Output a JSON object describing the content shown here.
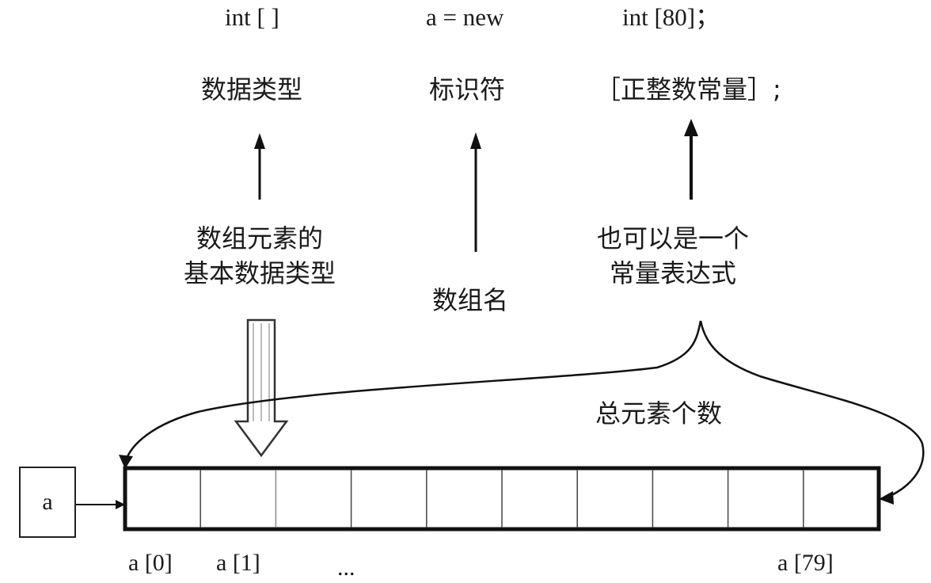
{
  "declaration": {
    "part1": "int [ ]",
    "part2": "a = new",
    "part3": "int [80]；"
  },
  "labels": {
    "data_type": "数据类型",
    "identifier": "标识符",
    "size_expr": "［正整数常量］;",
    "element_type_line1": "数组元素的",
    "element_type_line2": "基本数据类型",
    "array_name": "数组名",
    "const_expr_line1": "也可以是一个",
    "const_expr_line2": "常量表达式",
    "total_elements": "总元素个数"
  },
  "array": {
    "variable": "a",
    "cell_count": 10,
    "index_labels": {
      "first": "a [0]",
      "second": "a [1]",
      "ellipsis": "...",
      "last": "a [79]"
    }
  }
}
